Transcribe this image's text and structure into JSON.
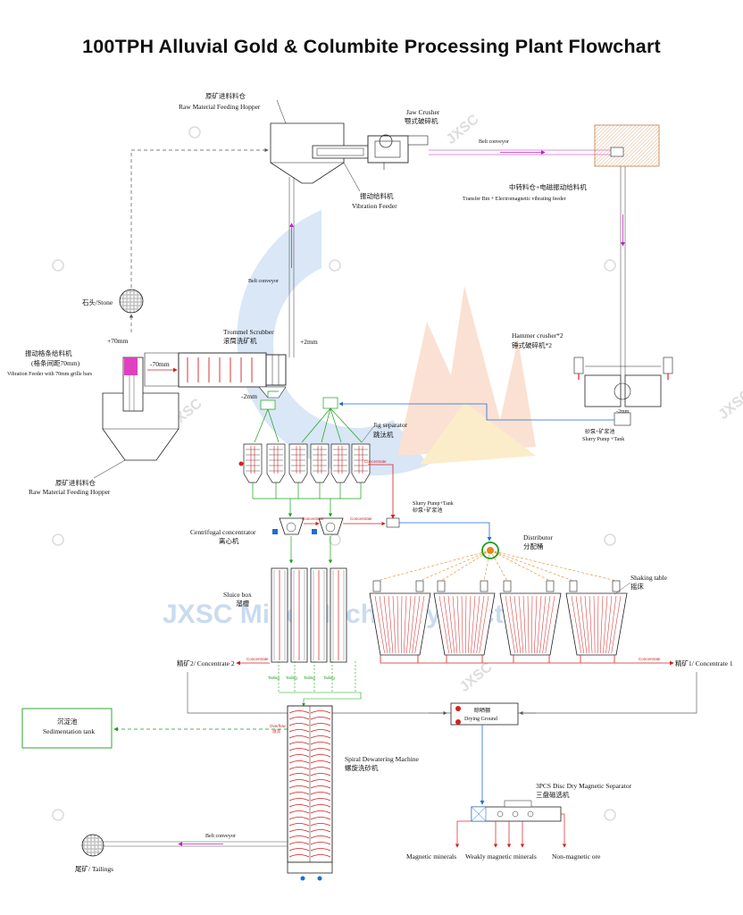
{
  "title": "100TPH Alluvial Gold & Columbite Processing Plant Flowchart",
  "watermark": {
    "brand": "JXSC",
    "long": "JXSC Mine Machinery Factory"
  },
  "colors": {
    "flow_red": "#d42020",
    "flow_blue": "#1e6fd0",
    "flow_green": "#1aa01a",
    "belt_magenta": "#c020c0",
    "feed_orange": "#e08a20",
    "tailing_orange": "#e6a020",
    "equipment_red": "#cc2222"
  },
  "labels": {
    "raw_hopper_top": {
      "cn": "原矿进料料仓",
      "en": "Raw Material Feeding Hopper"
    },
    "jaw_crusher": {
      "en": "Jaw Crusher",
      "cn": "颚式破碎机"
    },
    "belt_conveyor_top": "Belt conveyor",
    "transfer_bin": {
      "cn": "中转料仓+电磁振动给料机",
      "en": "Transfer Bin + Electromagnetic vibrating feeder"
    },
    "vibration_feeder": {
      "cn": "振动给料机",
      "en": "Vibration  Feeder"
    },
    "belt_conveyor_mid": "Belt conveyor",
    "stone": "石头/Stone",
    "plus70": "+70mm",
    "minus70": "-70mm",
    "trommel": {
      "en": "Trommel Scrubber",
      "cn": "滚筒洗矿机"
    },
    "plus2": "+2mm",
    "minus2_left": "-2mm",
    "minus2_right": "-2mm",
    "grille_feeder": {
      "cn": "振动格条给料机",
      "cn2": "(格条间距70mm)",
      "en": "Vibration Feeder with 70mm grille bars"
    },
    "raw_hopper_left": {
      "cn": "原矿进料料仓",
      "en": "Raw Material Feeding Hopper"
    },
    "hammer_crusher": {
      "en": "Hammer crusher*2",
      "cn": "锤式破碎机*2"
    },
    "slurry_pump_right": {
      "cn": "砂泵+矿浆池",
      "en": "Slurry Pump +Tank"
    },
    "jig": {
      "en": "Jig  separator",
      "cn": "跳汰机"
    },
    "concentrate_small": "Concentrate",
    "slurry_pump_mid": {
      "en": "Slurry Pump+Tank",
      "cn": "砂泵+矿浆池"
    },
    "centrifugal": {
      "en": "Centrifugal concentrator",
      "cn": "离心机"
    },
    "distributor": {
      "en": "Distributor",
      "cn": "分配桶"
    },
    "sluice": {
      "en": "Sluice box",
      "cn": "溜槽"
    },
    "shaking_table": {
      "en": "Shaking table",
      "cn": "摇床"
    },
    "tailing_small": "Tailing",
    "concentrate2": "精矿2/ Concentrate 2",
    "concentrate1": "精矿1/ Concentrate 1",
    "sedimentation": {
      "cn": "沉淀池",
      "en": "Sedimentation tank"
    },
    "overflow": {
      "en": "Overflow",
      "cn": "溢流"
    },
    "spiral": {
      "en": "Spiral Dewatering Machine",
      "cn": "螺旋洗砂机"
    },
    "drying": {
      "cn": "晾晒棚",
      "en": "Drying Ground"
    },
    "magnetic_sep": {
      "en": "3PCS Disc Dry Magnetic Separator",
      "cn": "三盘磁选机"
    },
    "belt_conveyor_bottom": "Belt conveyor",
    "tailings": "尾矿/ Tailings",
    "magnetic": "Magnetic minerals",
    "weakly": "Weakly magnetic minerals",
    "nonmagnetic": "Non-magnetic ore"
  }
}
